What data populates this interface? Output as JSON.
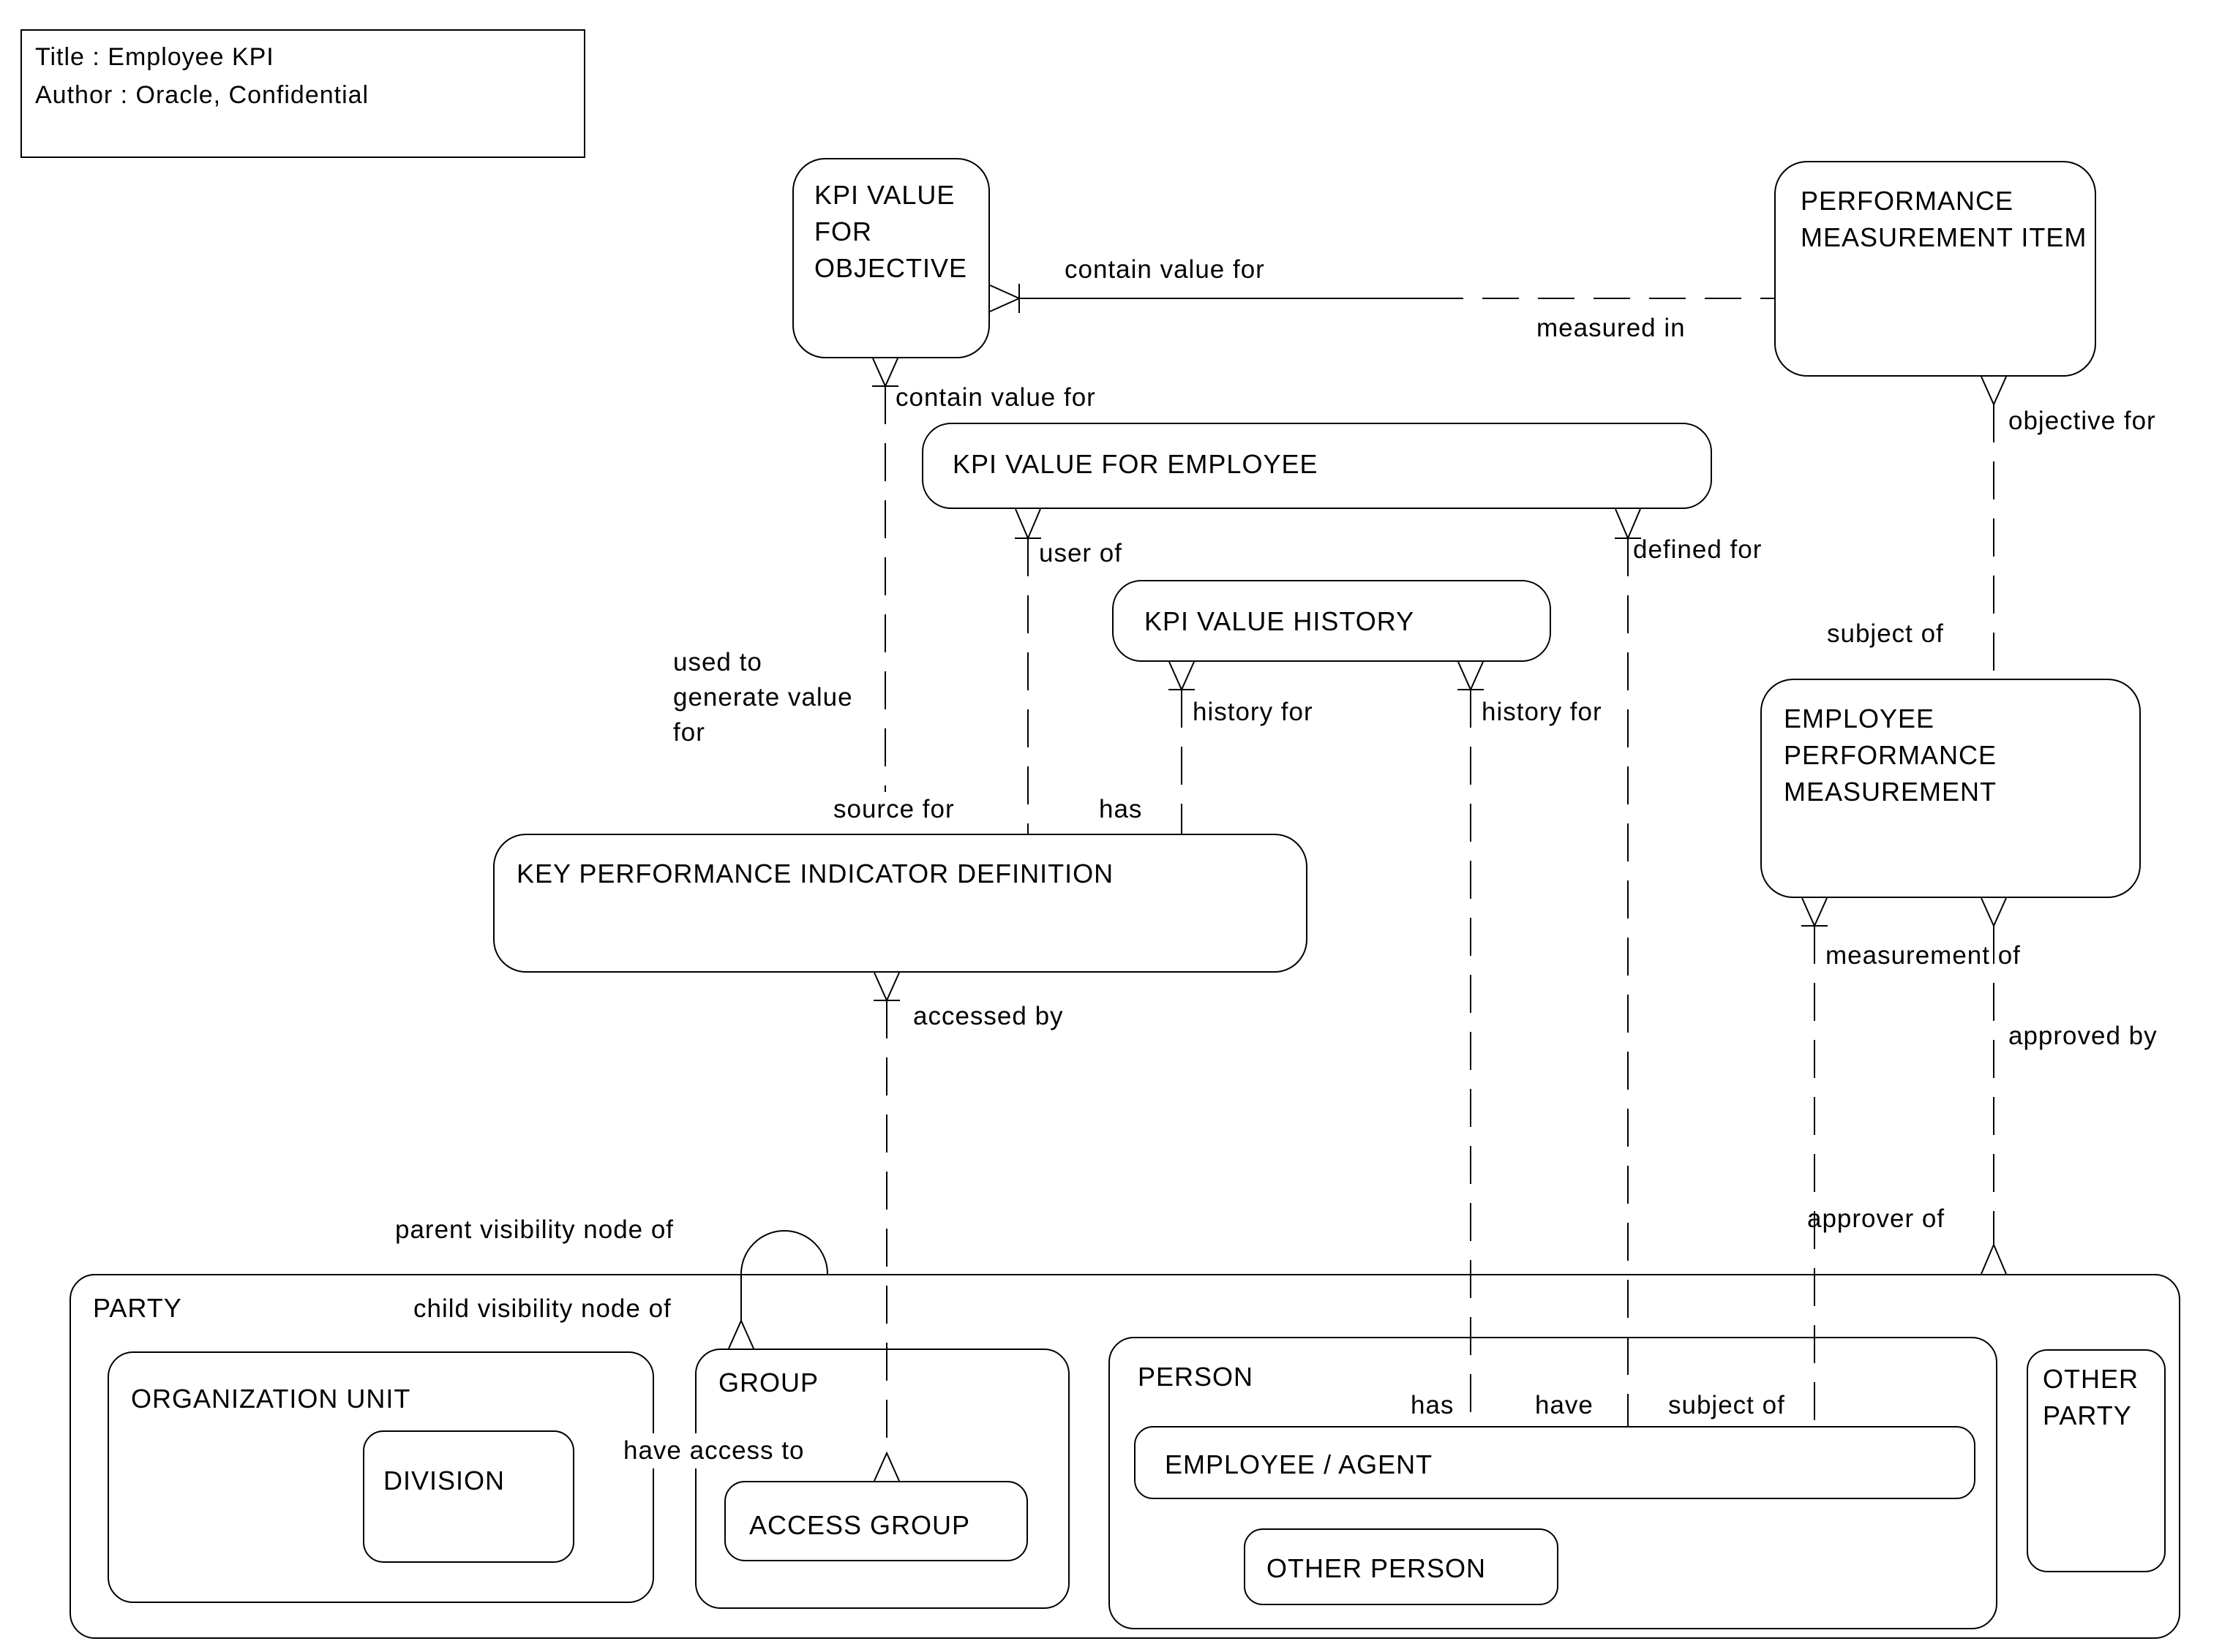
{
  "title_block": {
    "line1": "Title : Employee KPI",
    "line2": "Author : Oracle, Confidential"
  },
  "entities": {
    "kpi_value_for_objective": "KPI VALUE FOR OBJECTIVE",
    "performance_measurement_item": "PERFORMANCE MEASUREMENT ITEM",
    "kpi_value_for_employee": "KPI VALUE FOR EMPLOYEE",
    "kpi_value_history": "KPI VALUE HISTORY",
    "employee_performance_measurement": "EMPLOYEE PERFORMANCE MEASUREMENT",
    "key_performance_indicator_definition": "KEY PERFORMANCE INDICATOR DEFINITION",
    "party": "PARTY",
    "organization_unit": "ORGANIZATION UNIT",
    "division": "DIVISION",
    "group": "GROUP",
    "access_group": "ACCESS GROUP",
    "person": "PERSON",
    "employee_agent": "EMPLOYEE / AGENT",
    "other_person": "OTHER PERSON",
    "other_party": "OTHER PARTY"
  },
  "relationships": {
    "contain_value_for_1": "contain value for",
    "measured_in": "measured in",
    "contain_value_for_2": "contain value for",
    "objective_for": "objective for",
    "user_of": "user of",
    "defined_for": "defined for",
    "history_for_left": "history for",
    "history_for_right": "history for",
    "subject_of_top": "subject of",
    "used_to_generate_value_for": "used to generate value for",
    "source_for": "source for",
    "has_middle": "has",
    "accessed_by": "accessed by",
    "measurement_of": "measurement of",
    "approved_by": "approved by",
    "parent_visibility_node_of": "parent visibility node of",
    "child_visibility_node_of": "child visibility node of",
    "approver_of": "approver of",
    "have_access_to": "have access to",
    "has_person": "has",
    "have_person": "have",
    "subject_of_person": "subject of"
  },
  "colors": {
    "line": "#000000",
    "background": "#ffffff"
  }
}
